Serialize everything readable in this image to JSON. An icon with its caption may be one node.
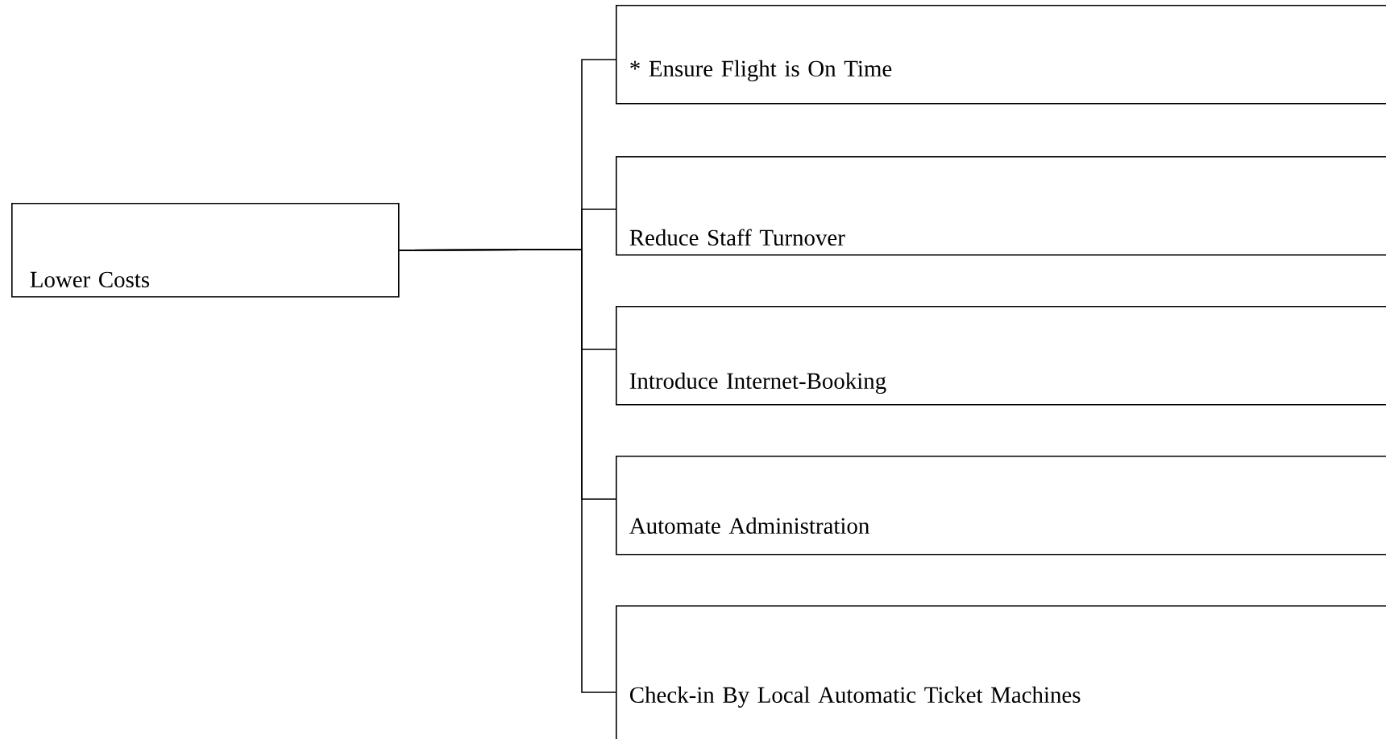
{
  "diagram": {
    "nodes": [
      {
        "text": [
          "Lower Costs"
        ]
      },
      {
        "text": [
          "* Ensure Flight is On Time"
        ]
      },
      {
        "text": [
          "Reduce Staff Turnover"
        ]
      },
      {
        "text": [
          "Introduce Internet-Booking"
        ]
      },
      {
        "text": [
          "Automate Administration"
        ]
      },
      {
        "text": [
          "Check-in By Local Automatic Ticket Machines"
        ]
      }
    ],
    "edges": [
      {
        "from": 0,
        "to": 1,
        "arrow": "none"
      },
      {
        "from": 0,
        "to": 2,
        "arrow": "none"
      },
      {
        "from": 0,
        "to": 3,
        "arrow": "none"
      },
      {
        "from": 0,
        "to": 4,
        "arrow": "none"
      },
      {
        "from": 0,
        "to": 5,
        "arrow": "none"
      }
    ]
  }
}
